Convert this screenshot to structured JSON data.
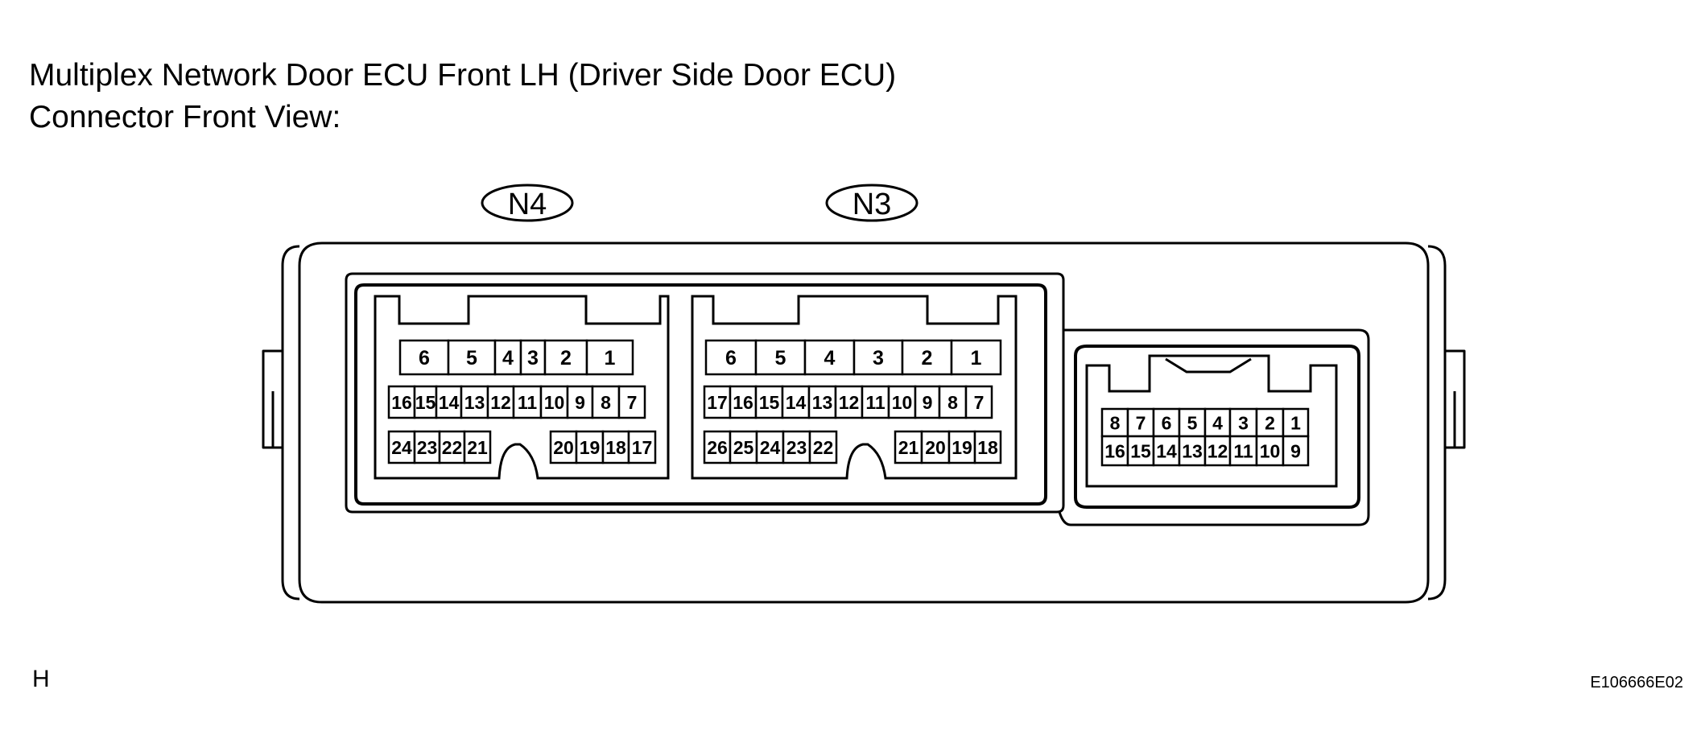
{
  "title": {
    "line1": "Multiplex Network Door ECU Front LH (Driver Side Door ECU)",
    "line2": "Connector Front View:"
  },
  "connectors": [
    {
      "id": "N4",
      "label": "N4",
      "rows": [
        [
          "6",
          "5",
          "4",
          "3",
          "2",
          "1"
        ],
        [
          "16",
          "15",
          "14",
          "13",
          "12",
          "11",
          "10",
          "9",
          "8",
          "7"
        ],
        [
          "24",
          "23",
          "22",
          "21",
          "20",
          "19",
          "18",
          "17"
        ]
      ]
    },
    {
      "id": "N3",
      "label": "N3",
      "rows": [
        [
          "6",
          "5",
          "4",
          "3",
          "2",
          "1"
        ],
        [
          "17",
          "16",
          "15",
          "14",
          "13",
          "12",
          "11",
          "10",
          "9",
          "8",
          "7"
        ],
        [
          "26",
          "25",
          "24",
          "23",
          "22",
          "21",
          "20",
          "19",
          "18"
        ]
      ]
    },
    {
      "id": "small",
      "label": "",
      "rows": [
        [
          "8",
          "7",
          "6",
          "5",
          "4",
          "3",
          "2",
          "1"
        ],
        [
          "16",
          "15",
          "14",
          "13",
          "12",
          "11",
          "10",
          "9"
        ]
      ]
    }
  ],
  "footer": {
    "left_code": "H",
    "right_code": "E106666E02"
  }
}
